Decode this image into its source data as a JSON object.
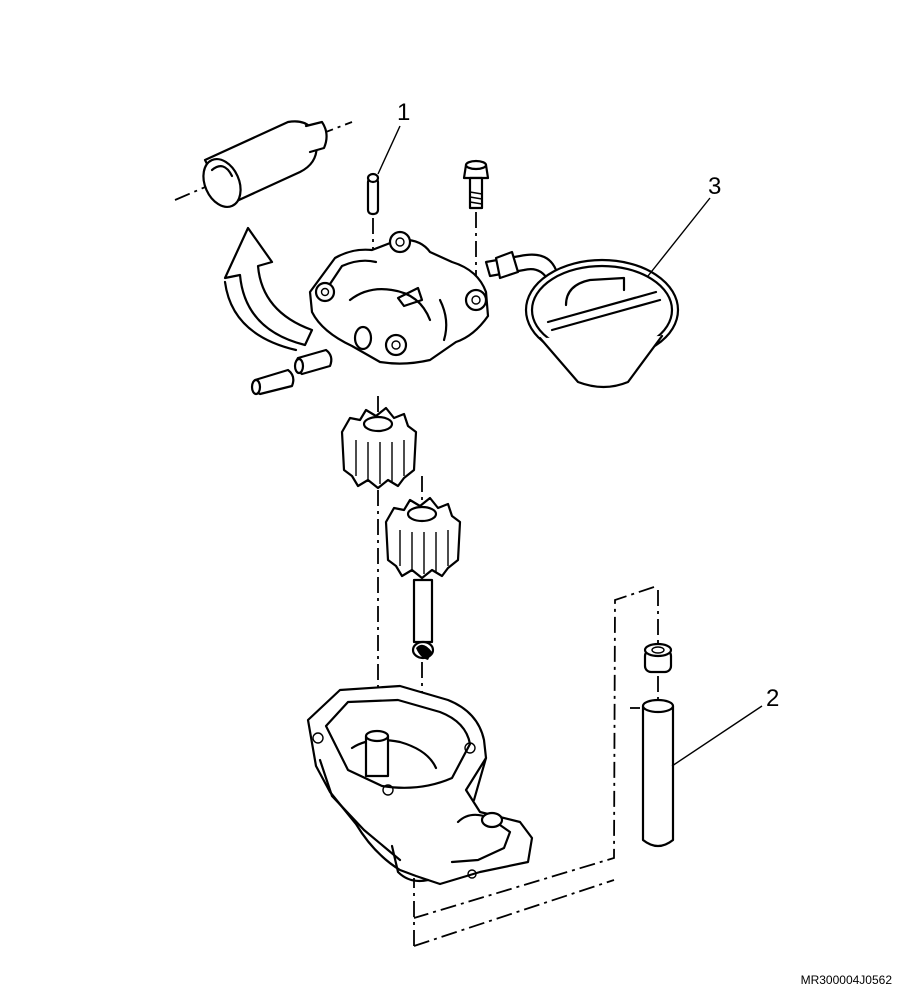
{
  "callouts": [
    {
      "number": "1",
      "part": "pin"
    },
    {
      "number": "2",
      "part": "shaft"
    },
    {
      "number": "3",
      "part": "strainer"
    }
  ],
  "reference_code": "MR300004J0562",
  "icons": [
    "pin-icon",
    "bolt-icon",
    "strainer-icon",
    "gear-icon",
    "cylinder-icon",
    "arrow-icon",
    "pump-body-icon"
  ]
}
